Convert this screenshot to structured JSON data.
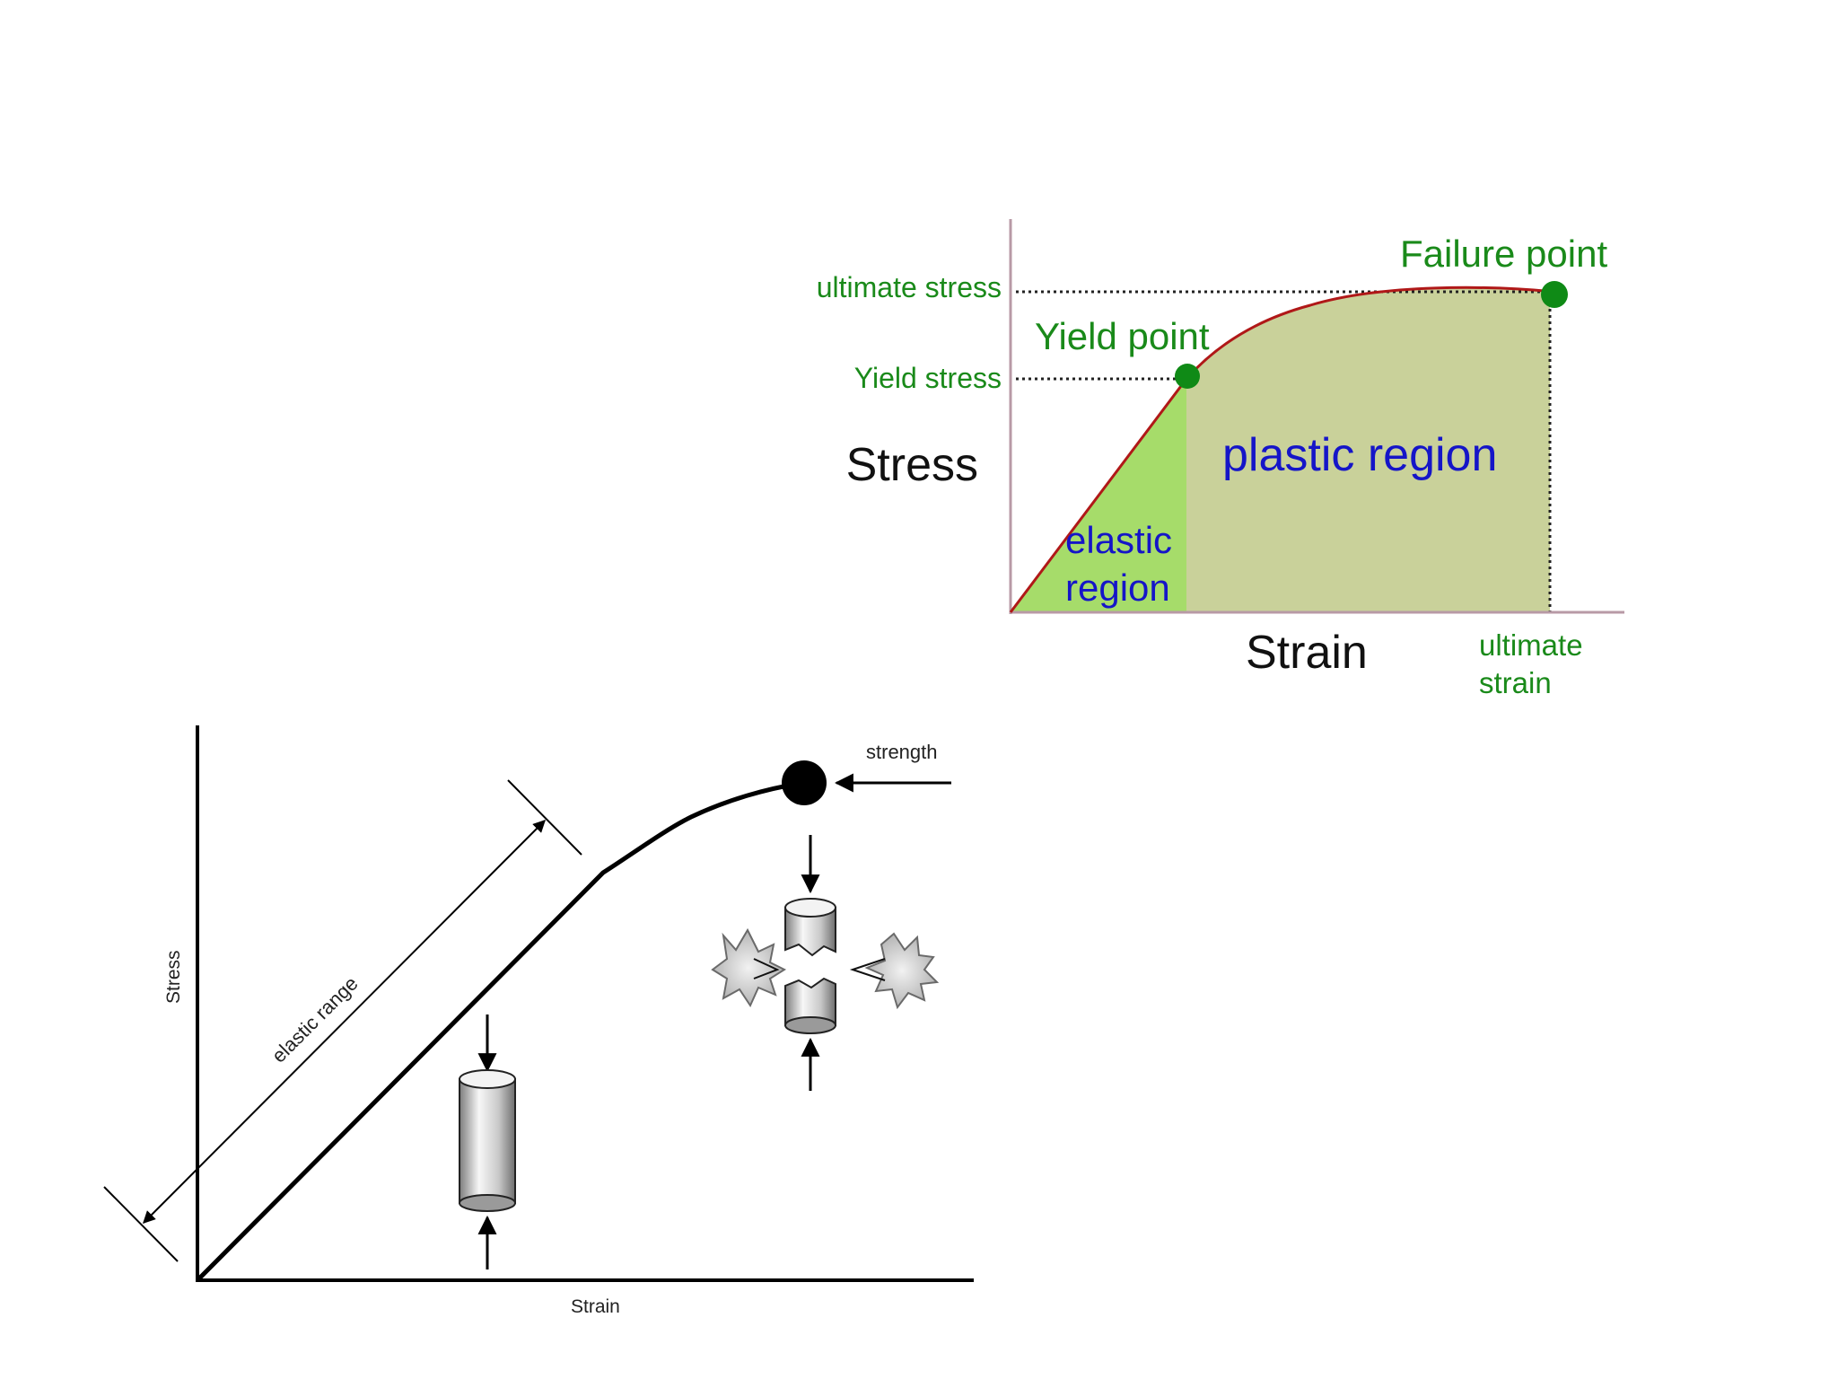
{
  "top_diagram": {
    "y_axis_label": "Stress",
    "x_axis_label": "Strain",
    "ultimate_stress_label": "ultimate stress",
    "yield_stress_label": "Yield stress",
    "yield_point_label": "Yield point",
    "failure_point_label": "Failure point",
    "elastic_region_label_line1": "elastic",
    "elastic_region_label_line2": "region",
    "plastic_region_label": "plastic region",
    "ultimate_strain_label_line1": "ultimate",
    "ultimate_strain_label_line2": "strain",
    "colors": {
      "green_text": "#1a8a1a",
      "blue_text": "#1515c8",
      "curve": "#b01818",
      "elastic_fill": "#a6dc6a",
      "plastic_fill": "#c9d19a",
      "points": "#0f8a16",
      "axis": "#b89aa6"
    }
  },
  "bottom_diagram": {
    "y_axis_label": "Stress",
    "x_axis_label": "Strain",
    "elastic_range_label": "elastic range",
    "strength_label": "strength",
    "colors": {
      "line": "#000000",
      "cylinder_light": "#f4f4f4",
      "cylinder_dark": "#7a7a7a"
    }
  }
}
